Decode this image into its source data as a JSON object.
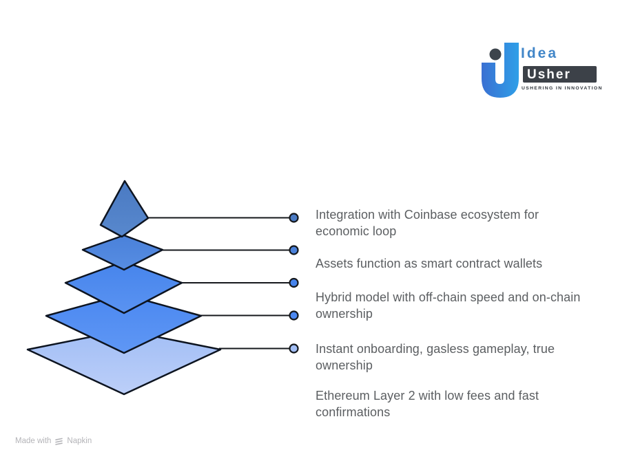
{
  "logo": {
    "brand_top": "Idea",
    "brand_bottom": "Usher",
    "tagline": "USHERING IN INNOVATION",
    "colors": {
      "u_left": "#3a70d2",
      "u_right": "#2f9fe8",
      "dot": "#3d444c",
      "idea_text": "#4186c8",
      "usher_bg": "#3c4148",
      "usher_text": "#ffffff",
      "tagline_text": "#30353b"
    }
  },
  "diagram": {
    "type": "layered-pyramid",
    "outline_color": "#0d1420",
    "connector_color": "#15181c",
    "label_color": "#5b5e61",
    "levels": [
      {
        "label": "Integration with Coinbase ecosystem for\neconomic loop",
        "color": "#4a7ac3",
        "color_light": "#5888cd"
      },
      {
        "label": "Assets function as smart contract wallets",
        "color": "#4a81da",
        "color_light": "#578de2"
      },
      {
        "label": "Hybrid model with off-chain speed and on-chain\nownership",
        "color": "#4684ec",
        "color_light": "#5a93f1"
      },
      {
        "label": "Instant onboarding, gasless gameplay, true\nownership",
        "color": "#4b88f1",
        "color_light": "#5f97f4"
      },
      {
        "label": "Ethereum Layer 2 with low fees and fast\nconfirmations",
        "color": "#a2bef5",
        "color_light": "#bccff9"
      }
    ]
  },
  "footer": {
    "made_with": "Made with",
    "brand": "Napkin"
  }
}
